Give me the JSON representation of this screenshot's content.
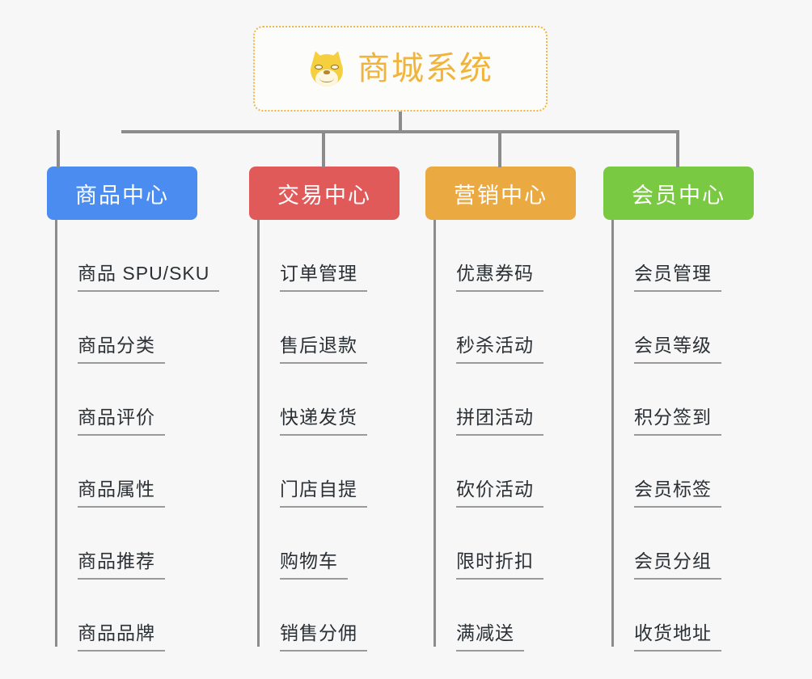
{
  "diagram": {
    "background": "#f7f7f7",
    "connector_color": "#8c8c8c",
    "root": {
      "title": "商城系统",
      "icon": "shiba-dog-face-icon",
      "border_color": "#f2b544",
      "text_color": "#f0b43c"
    },
    "columns": [
      {
        "label": "商品中心",
        "color": "#4a8cf0",
        "items": [
          "商品 SPU/SKU",
          "商品分类",
          "商品评价",
          "商品属性",
          "商品推荐",
          "商品品牌"
        ]
      },
      {
        "label": "交易中心",
        "color": "#e15a5a",
        "items": [
          "订单管理",
          "售后退款",
          "快递发货",
          "门店自提",
          "购物车",
          "销售分佣"
        ]
      },
      {
        "label": "营销中心",
        "color": "#eaa941",
        "items": [
          "优惠券码",
          "秒杀活动",
          "拼团活动",
          "砍价活动",
          "限时折扣",
          "满减送"
        ]
      },
      {
        "label": "会员中心",
        "color": "#7ac943",
        "items": [
          "会员管理",
          "会员等级",
          "积分签到",
          "会员标签",
          "会员分组",
          "收货地址"
        ]
      }
    ]
  }
}
